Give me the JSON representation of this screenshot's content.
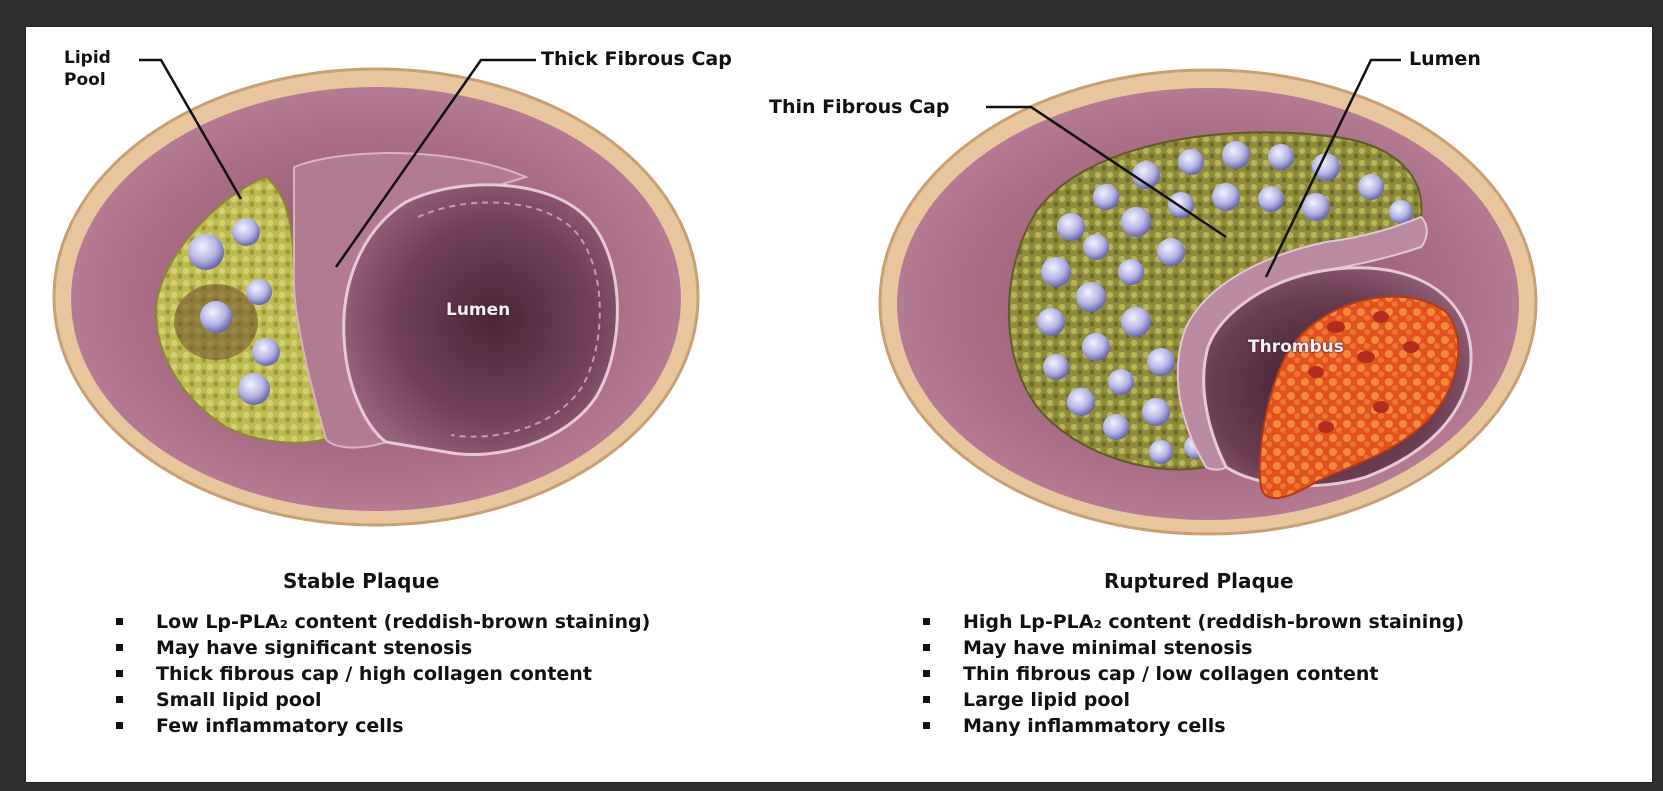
{
  "labels": {
    "lipid_pool": "Lipid\nPool",
    "thick_fibrous_cap": "Thick Fibrous Cap",
    "lumen_left": "Lumen",
    "thin_fibrous_cap": "Thin Fibrous Cap",
    "lumen_right": "Lumen",
    "thrombus": "Thrombus"
  },
  "stable": {
    "title": "Stable Plaque",
    "items": [
      "Low Lp-PLA₂ content (reddish-brown staining)",
      "May have significant stenosis",
      "Thick fibrous cap / high collagen content",
      "Small lipid pool",
      "Few inflammatory cells"
    ]
  },
  "ruptured": {
    "title": "Ruptured Plaque",
    "items": [
      "High Lp-PLA₂ content (reddish-brown staining)",
      "May have minimal stenosis",
      "Thin fibrous cap / low collagen content",
      "Large lipid pool",
      "Many inflammatory cells"
    ]
  },
  "colors": {
    "adventitia": "#e7c59d",
    "vessel_wall": "#a7687e",
    "lumen_dark": "#5c3348",
    "lipid": "#b9b84e",
    "cell": "#b6b5e3",
    "thrombus": "#e8582a"
  }
}
